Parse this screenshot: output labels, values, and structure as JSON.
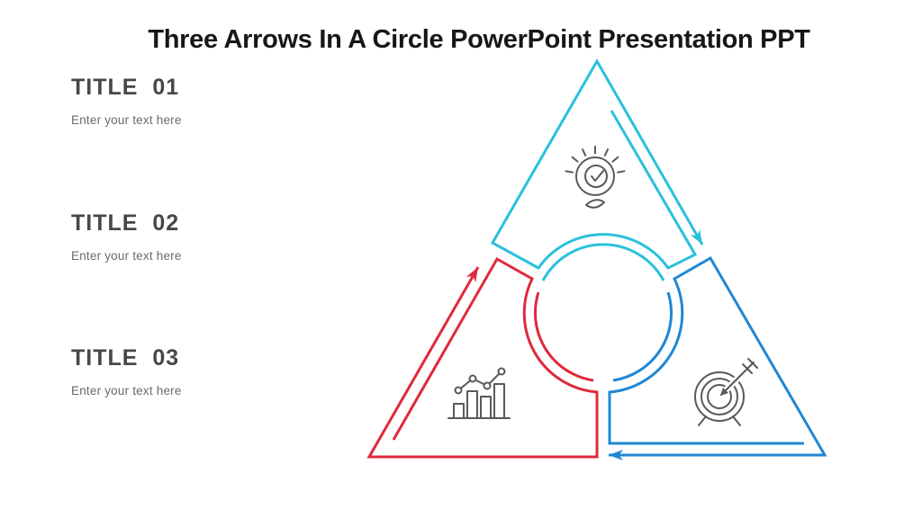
{
  "slide": {
    "title": "Three Arrows In A Circle PowerPoint Presentation PPT",
    "background": "#ffffff",
    "title_color": "#171717"
  },
  "sections": [
    {
      "heading": "TITLE  01",
      "body": "Enter your text here"
    },
    {
      "heading": "TITLE  02",
      "body": "Enter your text here"
    },
    {
      "heading": "TITLE  03",
      "body": "Enter your text here"
    }
  ],
  "diagram": {
    "description": "Three outlined arrows forming a triangle, circulating clockwise around a central circle split into three arcs",
    "segments": [
      {
        "position": "top",
        "color": "#2AC0DE",
        "icon": "lightbulb-check-icon"
      },
      {
        "position": "bottom-left",
        "color": "#E0293B",
        "icon": "bar-chart-growth-icon"
      },
      {
        "position": "bottom-right",
        "color": "#1F87D5",
        "icon": "target-arrow-icon"
      }
    ],
    "icon_color": "#595959"
  }
}
